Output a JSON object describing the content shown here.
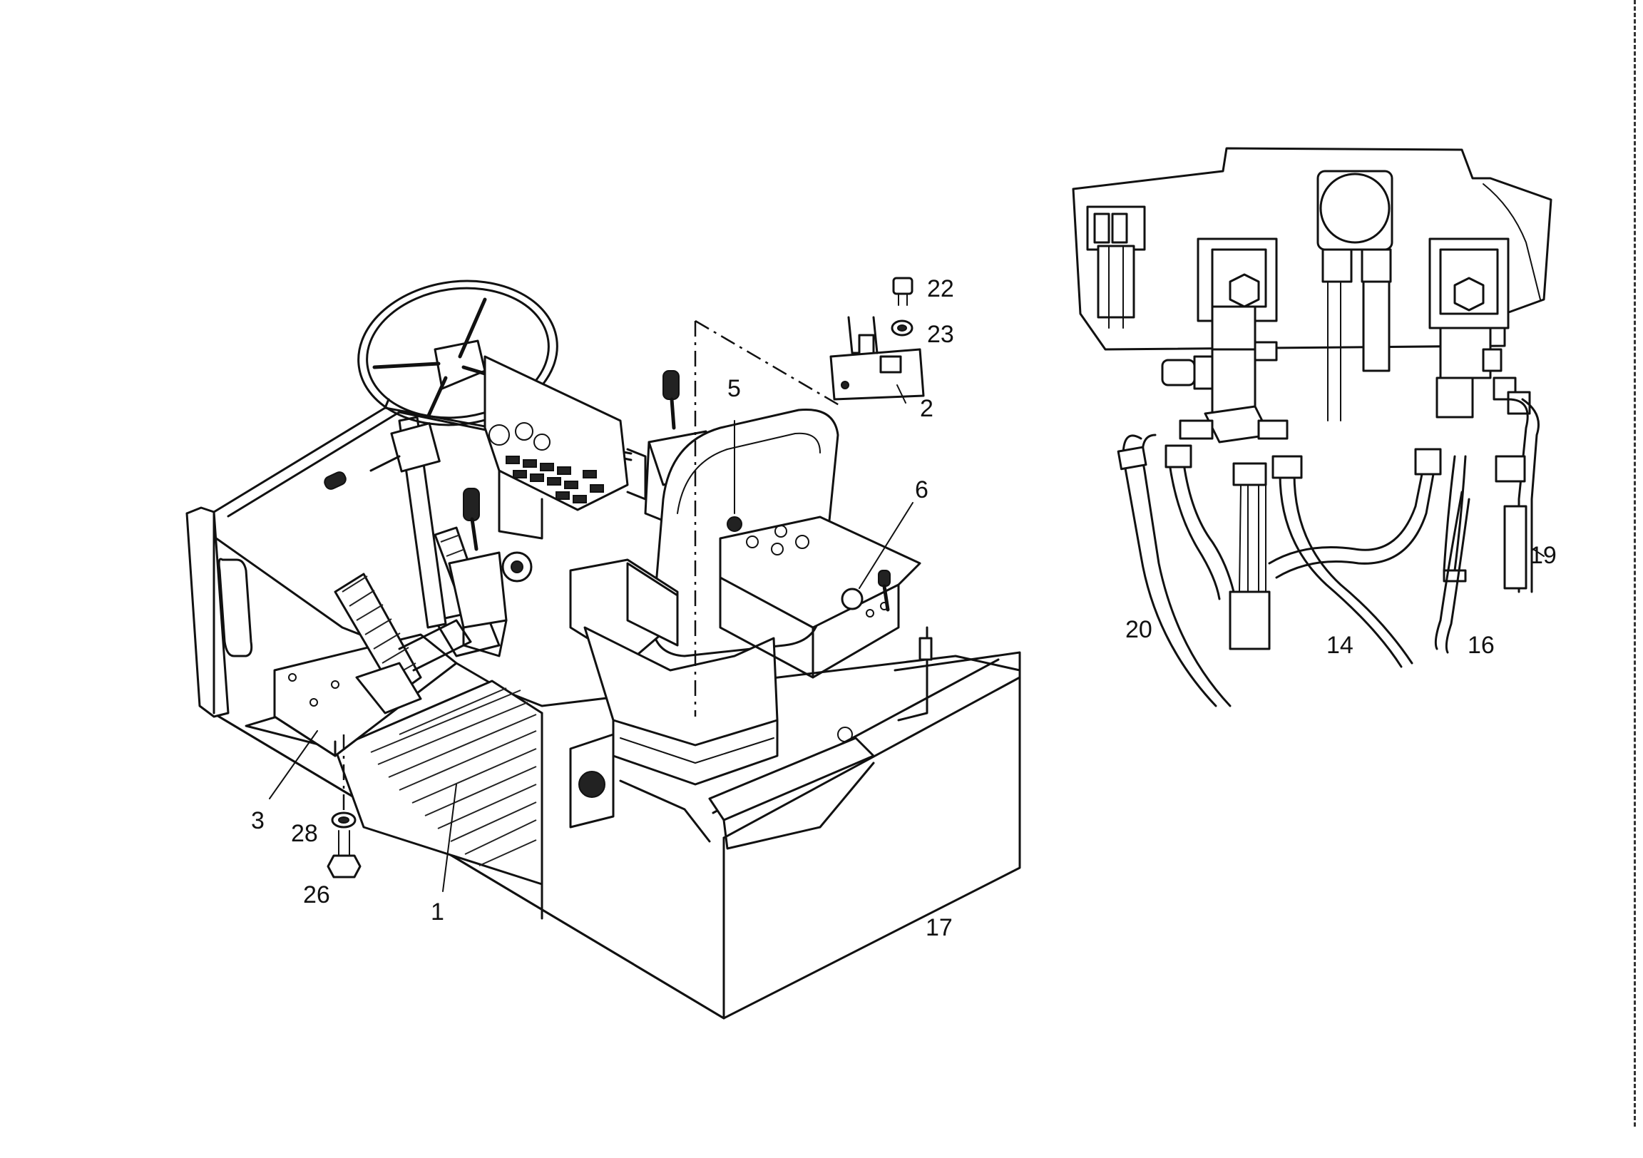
{
  "callouts": {
    "c1": "1",
    "c2": "2",
    "c3": "3",
    "c5": "5",
    "c6": "6",
    "c14": "14",
    "c16": "16",
    "c17": "17",
    "c19": "19",
    "c20": "20",
    "c22": "22",
    "c23": "23",
    "c26": "26",
    "c28": "28"
  }
}
